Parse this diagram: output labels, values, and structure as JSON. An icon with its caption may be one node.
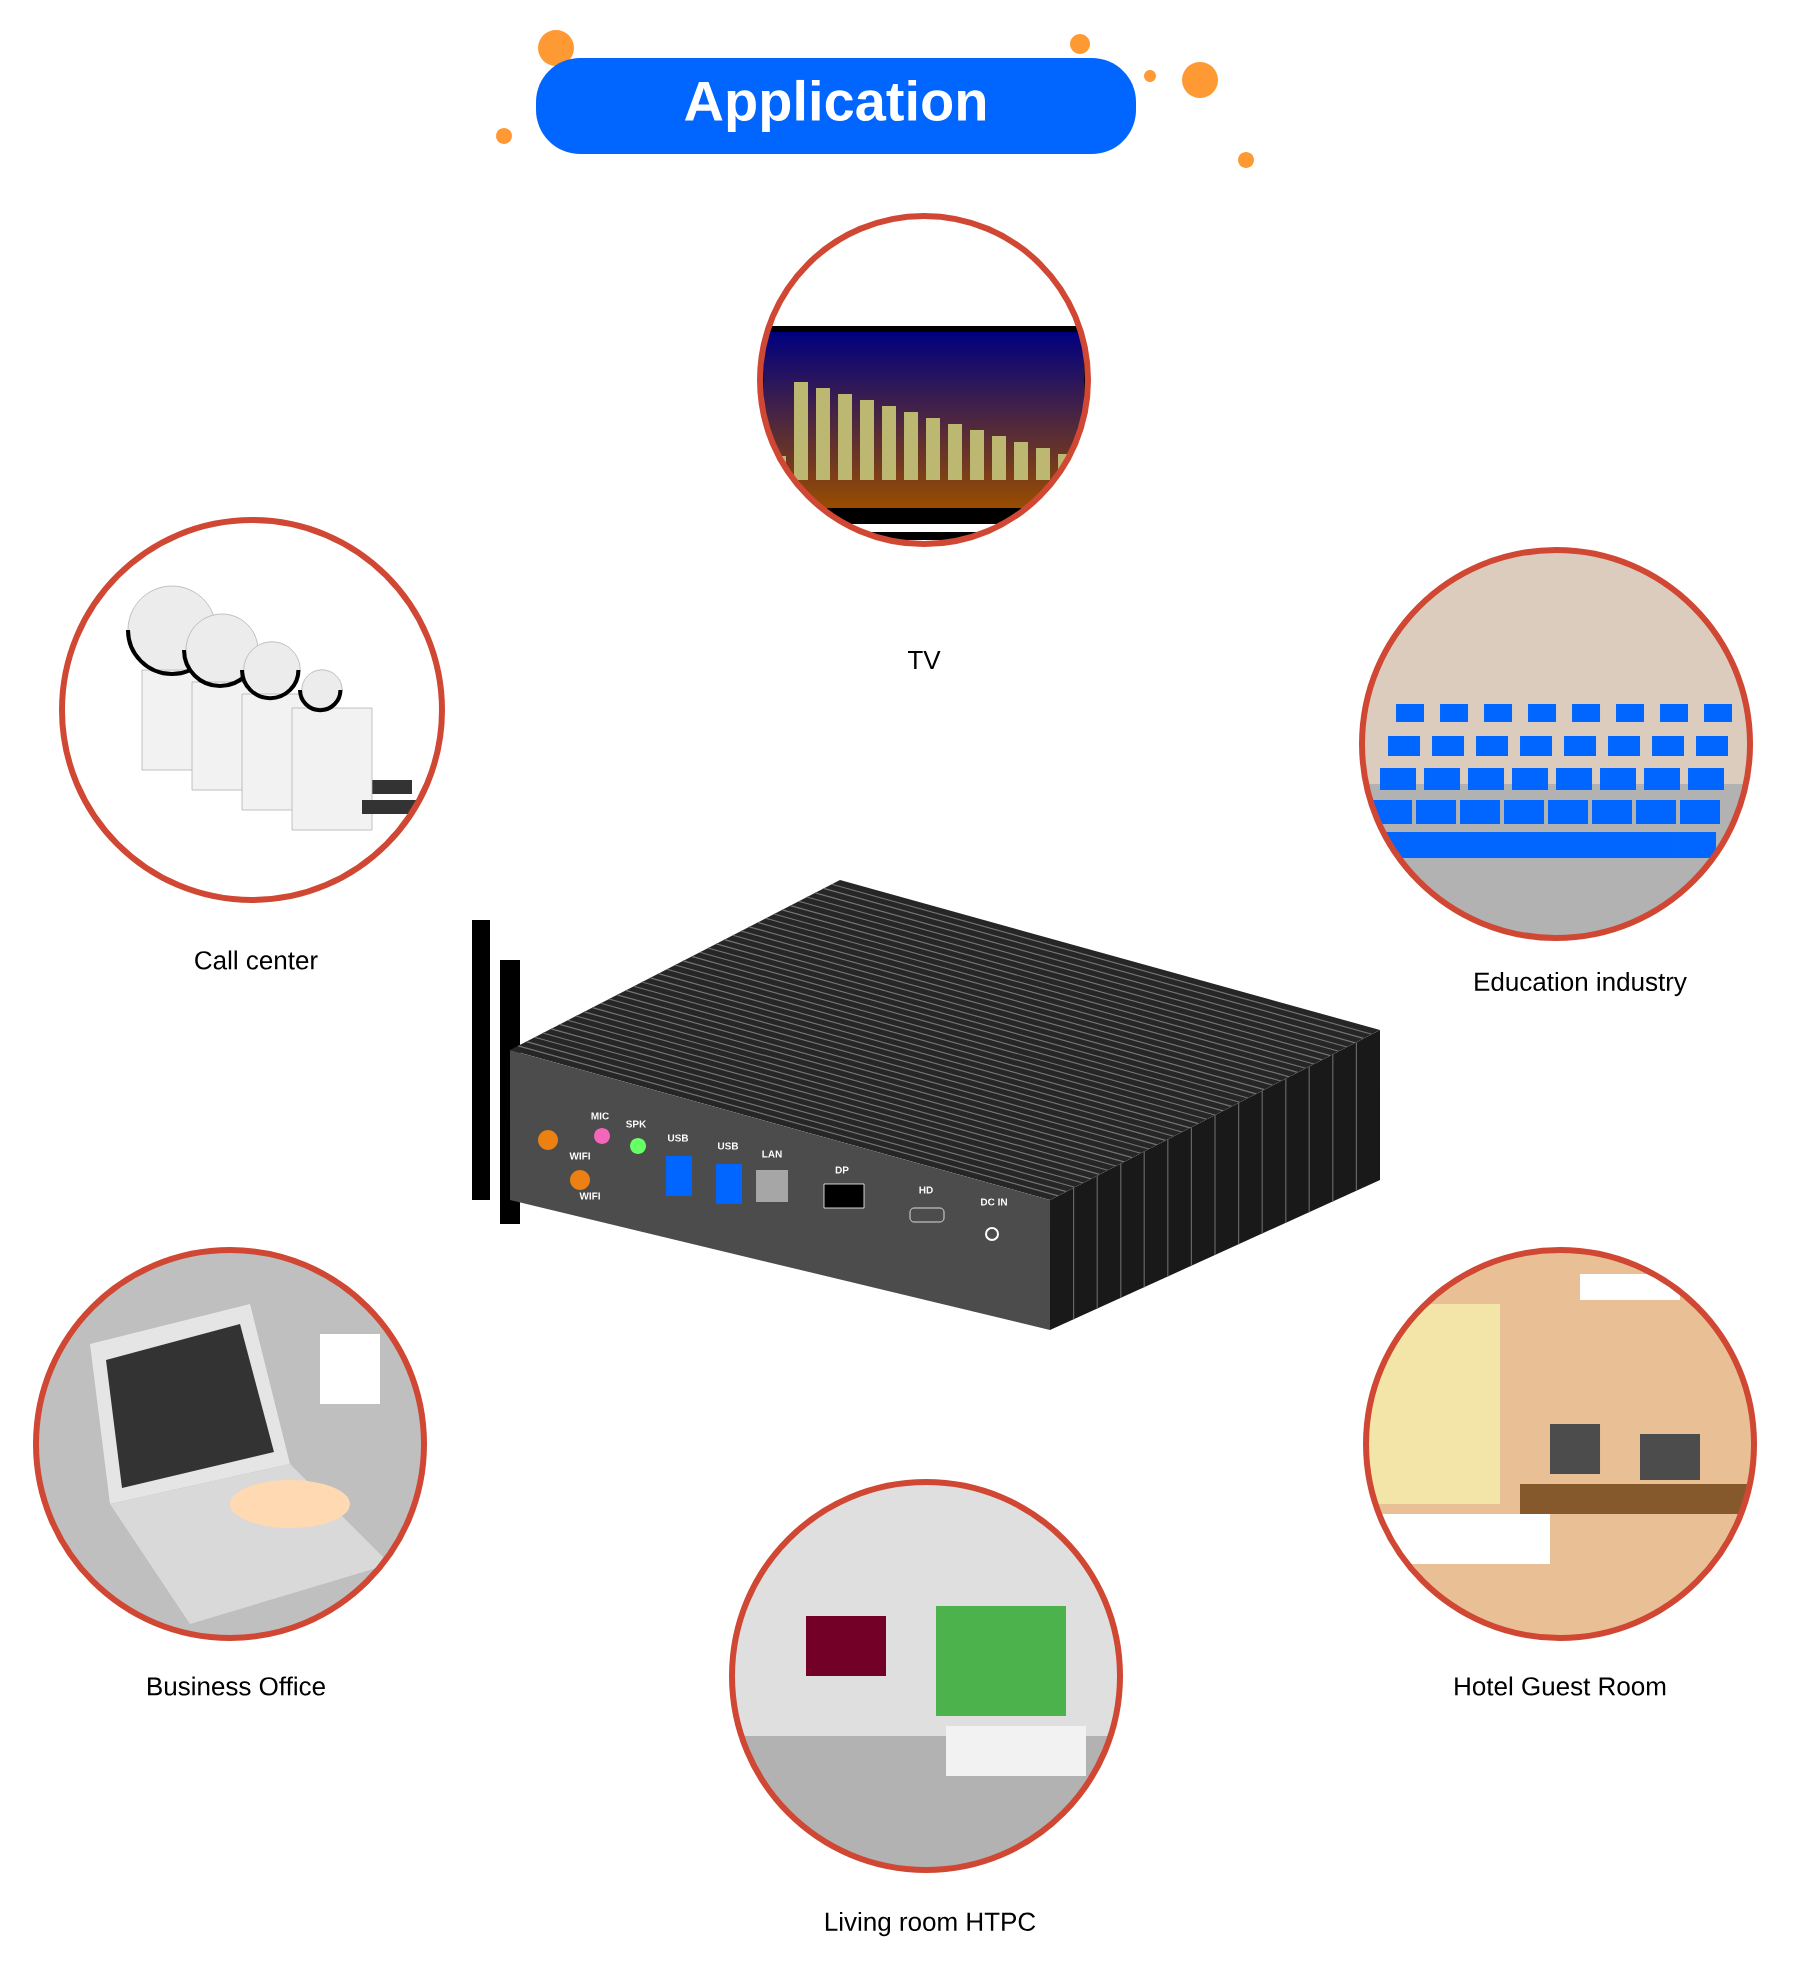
{
  "diagram": {
    "title": "Application",
    "nodes": [
      {
        "text": [
          "TV"
        ]
      },
      {
        "text": [
          "Call center"
        ]
      },
      {
        "text": [
          "Education industry"
        ]
      },
      {
        "text": [
          "Business Office"
        ]
      },
      {
        "text": [
          "Living room HTPC"
        ]
      },
      {
        "text": [
          "Hotel Guest Room"
        ]
      }
    ],
    "labels": [
      "MIC",
      "SPK",
      "USB",
      "USB",
      "LAN",
      "DP",
      "HD",
      "DC IN",
      "WIFI",
      "WIFI"
    ]
  }
}
